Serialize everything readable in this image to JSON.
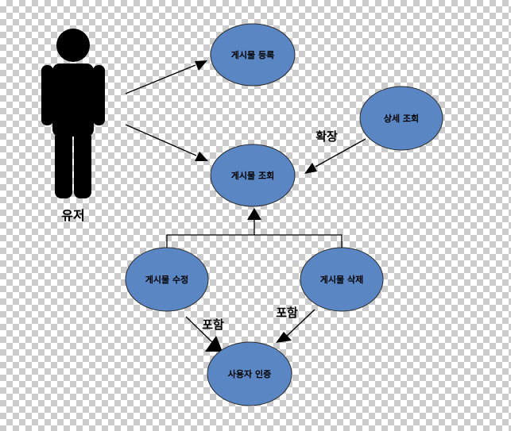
{
  "actor": {
    "label": "유저"
  },
  "use_cases": {
    "post_register": "게시물 등록",
    "post_view": "게시물 조회",
    "detail_view": "상세 조회",
    "post_edit": "게시물 수정",
    "post_delete": "게시물 삭제",
    "user_auth": "사용자 인증"
  },
  "relations": {
    "extend": "확장",
    "include_left": "포함",
    "include_right": "포함"
  },
  "colors": {
    "use_case_fill": "#5b86c4",
    "actor_fill": "#000000",
    "line": "#000000"
  }
}
